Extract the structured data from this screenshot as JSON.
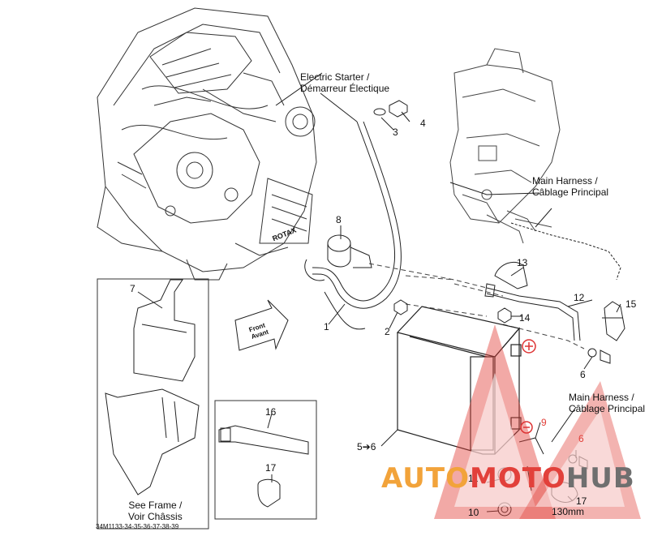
{
  "labels": {
    "electric_starter": [
      "Electric Starter /",
      "Démarreur Électique"
    ],
    "main_harness_top": [
      "Main Harness /",
      "Câblage Principal"
    ],
    "main_harness_right": [
      "Main Harness /",
      "Câblage Principal"
    ],
    "see_frame": [
      "See Frame /",
      "Voir Châssis"
    ],
    "front_avant": [
      "Front",
      "Avant"
    ],
    "engine_brand": "ROTAX",
    "length_130": "130mm",
    "sheet_ref": "34M1133-34-35-36-37-38-39"
  },
  "callouts": {
    "n1": "1",
    "n2": "2",
    "n3": "3",
    "n4": "4",
    "n5": "5➔6",
    "n6a": "6",
    "n6b": "6",
    "n7": "7",
    "n8": "8",
    "n9": "9",
    "n10": "10",
    "n11": "11",
    "n12": "12",
    "n13": "13",
    "n14": "14",
    "n15": "15",
    "n16": "16",
    "n17a": "17",
    "n17b": "17"
  },
  "watermark": {
    "part1": "AUTO",
    "part2": "MOTO",
    "part3": "HUB",
    "color_orange": "#f2a33a",
    "color_red": "#e2403a",
    "color_gray": "#6f6f6f"
  }
}
